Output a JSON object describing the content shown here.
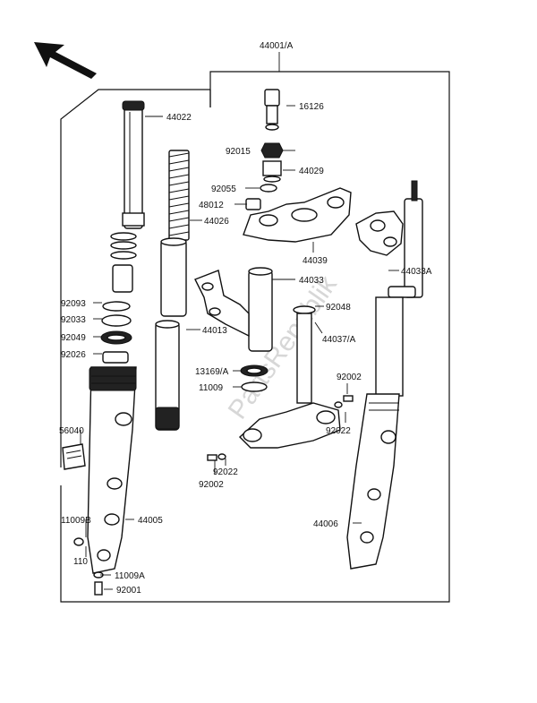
{
  "labels": {
    "assembly": "44001/A",
    "p16126": "16126",
    "p44022": "44022",
    "p92015": "92015",
    "p44029": "44029",
    "p92055": "92055",
    "p48012": "48012",
    "p44026": "44026",
    "p44039": "44039",
    "p44033": "44033",
    "p44033A": "44033A",
    "p92093": "92093",
    "p92033": "92033",
    "p92048": "92048",
    "p92049": "92049",
    "p44037A": "44037/A",
    "p92026": "92026",
    "p44013": "44013",
    "p13169A": "13169/A",
    "p11009": "11009",
    "p92002a": "92002",
    "p92022a": "92022",
    "p56040": "56040",
    "p92022b": "92022",
    "p92002b": "92002",
    "p11009B": "11009B",
    "p44005": "44005",
    "p110": "110",
    "p44006": "44006",
    "p11009A": "11009A",
    "p92001": "92001"
  },
  "watermark": "PartsRepublik",
  "colors": {
    "ink": "#111111",
    "paper": "#ffffff",
    "watermark": "#bdbdbd"
  }
}
